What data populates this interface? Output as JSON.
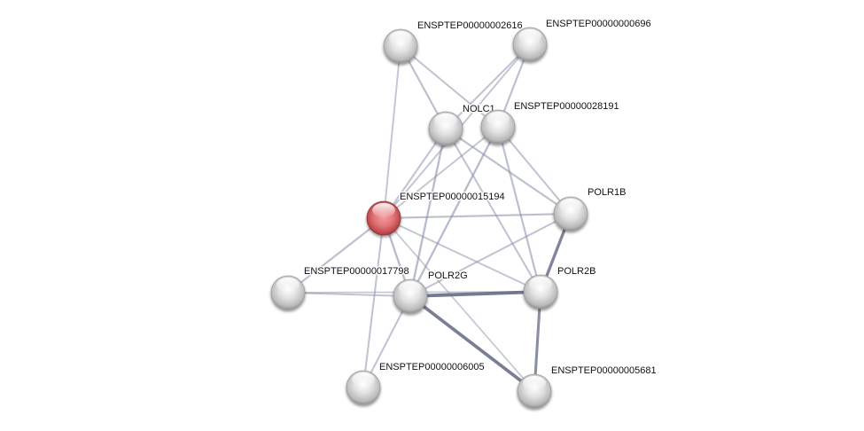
{
  "network": {
    "query_node": "ENSPTEP00000015194",
    "colors": {
      "query_node": "#d9666b",
      "node": "#d8d8d8",
      "edge": "#8a90aa",
      "edge_strong": "#5f6680",
      "background": "#ffffff"
    },
    "nodes": [
      {
        "id": "ENSPTEP00000002616",
        "label": "ENSPTEP00000002616",
        "query": false
      },
      {
        "id": "ENSPTEP00000000696",
        "label": "ENSPTEP00000000696",
        "query": false
      },
      {
        "id": "NOLC1",
        "label": "NOLC1",
        "query": false
      },
      {
        "id": "ENSPTEP00000028191",
        "label": "ENSPTEP00000028191",
        "query": false
      },
      {
        "id": "ENSPTEP00000015194",
        "label": "ENSPTEP00000015194",
        "query": true
      },
      {
        "id": "POLR1B",
        "label": "POLR1B",
        "query": false
      },
      {
        "id": "ENSPTEP00000017798",
        "label": "ENSPTEP00000017798",
        "query": false
      },
      {
        "id": "POLR2G",
        "label": "POLR2G",
        "query": false
      },
      {
        "id": "POLR2B",
        "label": "POLR2B",
        "query": false
      },
      {
        "id": "ENSPTEP00000006005",
        "label": "ENSPTEP00000006005",
        "query": false
      },
      {
        "id": "ENSPTEP00000005681",
        "label": "ENSPTEP00000005681",
        "query": false
      }
    ],
    "edges": [
      {
        "source": "ENSPTEP00000002616",
        "target": "NOLC1",
        "strength": 0.4
      },
      {
        "source": "ENSPTEP00000002616",
        "target": "ENSPTEP00000028191",
        "strength": 0.35
      },
      {
        "source": "ENSPTEP00000002616",
        "target": "ENSPTEP00000015194",
        "strength": 0.3
      },
      {
        "source": "ENSPTEP00000000696",
        "target": "NOLC1",
        "strength": 0.35
      },
      {
        "source": "ENSPTEP00000000696",
        "target": "ENSPTEP00000028191",
        "strength": 0.4
      },
      {
        "source": "ENSPTEP00000000696",
        "target": "ENSPTEP00000015194",
        "strength": 0.3
      },
      {
        "source": "NOLC1",
        "target": "ENSPTEP00000015194",
        "strength": 0.35
      },
      {
        "source": "NOLC1",
        "target": "POLR1B",
        "strength": 0.4
      },
      {
        "source": "NOLC1",
        "target": "POLR2G",
        "strength": 0.45
      },
      {
        "source": "NOLC1",
        "target": "POLR2B",
        "strength": 0.35
      },
      {
        "source": "ENSPTEP00000028191",
        "target": "ENSPTEP00000015194",
        "strength": 0.3
      },
      {
        "source": "ENSPTEP00000028191",
        "target": "POLR1B",
        "strength": 0.35
      },
      {
        "source": "ENSPTEP00000028191",
        "target": "POLR2G",
        "strength": 0.45
      },
      {
        "source": "ENSPTEP00000028191",
        "target": "POLR2B",
        "strength": 0.4
      },
      {
        "source": "ENSPTEP00000015194",
        "target": "POLR1B",
        "strength": 0.4
      },
      {
        "source": "ENSPTEP00000015194",
        "target": "ENSPTEP00000017798",
        "strength": 0.4
      },
      {
        "source": "ENSPTEP00000015194",
        "target": "POLR2G",
        "strength": 0.45
      },
      {
        "source": "ENSPTEP00000015194",
        "target": "POLR2B",
        "strength": 0.3
      },
      {
        "source": "ENSPTEP00000015194",
        "target": "ENSPTEP00000006005",
        "strength": 0.35
      },
      {
        "source": "ENSPTEP00000015194",
        "target": "ENSPTEP00000005681",
        "strength": 0.25
      },
      {
        "source": "POLR1B",
        "target": "POLR2B",
        "strength": 0.8
      },
      {
        "source": "POLR1B",
        "target": "POLR2G",
        "strength": 0.35
      },
      {
        "source": "ENSPTEP00000017798",
        "target": "POLR2G",
        "strength": 0.35
      },
      {
        "source": "ENSPTEP00000017798",
        "target": "POLR2B",
        "strength": 0.25
      },
      {
        "source": "POLR2G",
        "target": "POLR2B",
        "strength": 0.95
      },
      {
        "source": "POLR2G",
        "target": "ENSPTEP00000005681",
        "strength": 0.9
      },
      {
        "source": "POLR2G",
        "target": "ENSPTEP00000006005",
        "strength": 0.35
      },
      {
        "source": "POLR2B",
        "target": "ENSPTEP00000005681",
        "strength": 0.7
      }
    ]
  }
}
